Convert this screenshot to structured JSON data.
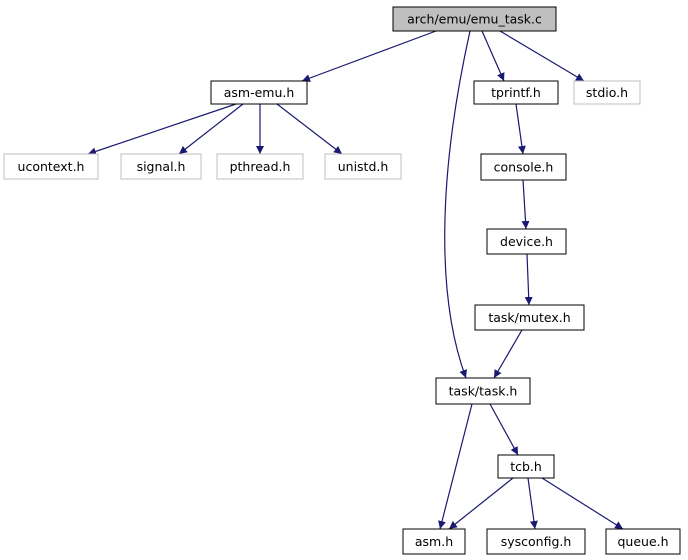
{
  "diagram": {
    "nodes": [
      {
        "id": "root",
        "label": "arch/emu/emu_task.c",
        "style": "root"
      },
      {
        "id": "asmemu",
        "label": "asm-emu.h",
        "style": "local"
      },
      {
        "id": "tprintf",
        "label": "tprintf.h",
        "style": "local"
      },
      {
        "id": "stdio",
        "label": "stdio.h",
        "style": "system"
      },
      {
        "id": "ucontext",
        "label": "ucontext.h",
        "style": "system"
      },
      {
        "id": "signal",
        "label": "signal.h",
        "style": "system"
      },
      {
        "id": "pthread",
        "label": "pthread.h",
        "style": "system"
      },
      {
        "id": "unistd",
        "label": "unistd.h",
        "style": "system"
      },
      {
        "id": "console",
        "label": "console.h",
        "style": "local"
      },
      {
        "id": "device",
        "label": "device.h",
        "style": "local"
      },
      {
        "id": "mutex",
        "label": "task/mutex.h",
        "style": "local"
      },
      {
        "id": "task",
        "label": "task/task.h",
        "style": "local"
      },
      {
        "id": "tcb",
        "label": "tcb.h",
        "style": "local"
      },
      {
        "id": "asm",
        "label": "asm.h",
        "style": "local"
      },
      {
        "id": "sysconfig",
        "label": "sysconfig.h",
        "style": "local"
      },
      {
        "id": "queue",
        "label": "queue.h",
        "style": "local"
      }
    ],
    "edges": [
      {
        "from": "root",
        "to": "asmemu"
      },
      {
        "from": "root",
        "to": "tprintf"
      },
      {
        "from": "root",
        "to": "stdio"
      },
      {
        "from": "root",
        "to": "task"
      },
      {
        "from": "asmemu",
        "to": "ucontext"
      },
      {
        "from": "asmemu",
        "to": "signal"
      },
      {
        "from": "asmemu",
        "to": "pthread"
      },
      {
        "from": "asmemu",
        "to": "unistd"
      },
      {
        "from": "tprintf",
        "to": "console"
      },
      {
        "from": "console",
        "to": "device"
      },
      {
        "from": "device",
        "to": "mutex"
      },
      {
        "from": "mutex",
        "to": "task"
      },
      {
        "from": "task",
        "to": "asm"
      },
      {
        "from": "task",
        "to": "tcb"
      },
      {
        "from": "tcb",
        "to": "asm"
      },
      {
        "from": "tcb",
        "to": "sysconfig"
      },
      {
        "from": "tcb",
        "to": "queue"
      }
    ],
    "colors": {
      "edge": "#191970",
      "root_fill": "#bfbfbf",
      "root_stroke": "#000000",
      "local_stroke": "#000000",
      "system_stroke": "#bfbfbf",
      "node_fill": "#ffffff",
      "text": "#000000"
    }
  }
}
